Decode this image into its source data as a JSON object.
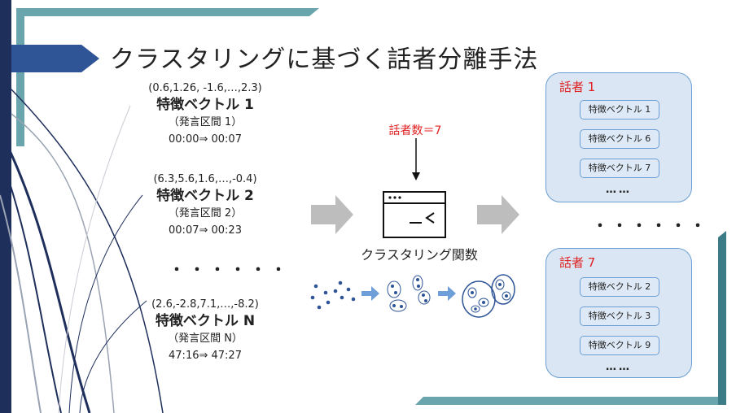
{
  "title": "クラスタリングに基づく話者分離手法",
  "feature_vectors": [
    {
      "coords": "(0.6,1.26, -1.6,…,2.3)",
      "name": "特徴ベクトル 1",
      "segment": "（発言区間 1）",
      "time": "00:00⇒ 00:07"
    },
    {
      "coords": "(6.3,5.6,1.6,…,-0.4)",
      "name": "特徴ベクトル 2",
      "segment": "（発言区間 2）",
      "time": "00:07⇒ 00:23"
    },
    {
      "coords": "(2.6,-2.8,7.1,…,-8.2)",
      "name": "特徴ベクトル N",
      "segment": "（発言区間 N）",
      "time": "47:16⇒ 47:27"
    }
  ],
  "middle_dots": "・・・・・・",
  "num_speakers_label": "話者数＝7",
  "clustering_label": "クラスタリング関数",
  "speakers": [
    {
      "title": "話者 1",
      "items": [
        "特徴ベクトル 1",
        "特徴ベクトル 6",
        "特徴ベクトル 7"
      ],
      "dots": "……"
    },
    {
      "title": "話者 7",
      "items": [
        "特徴ベクトル 2",
        "特徴ベクトル 3",
        "特徴ベクトル 9"
      ],
      "dots": "……"
    }
  ],
  "between_speakers_dots": "・・・・・・",
  "colors": {
    "accent_red": "#e02020",
    "panel_fill": "#dae6f3",
    "panel_border": "#6c9fd3",
    "teal": "#6aa5ad",
    "navy": "#1f2f5c"
  }
}
